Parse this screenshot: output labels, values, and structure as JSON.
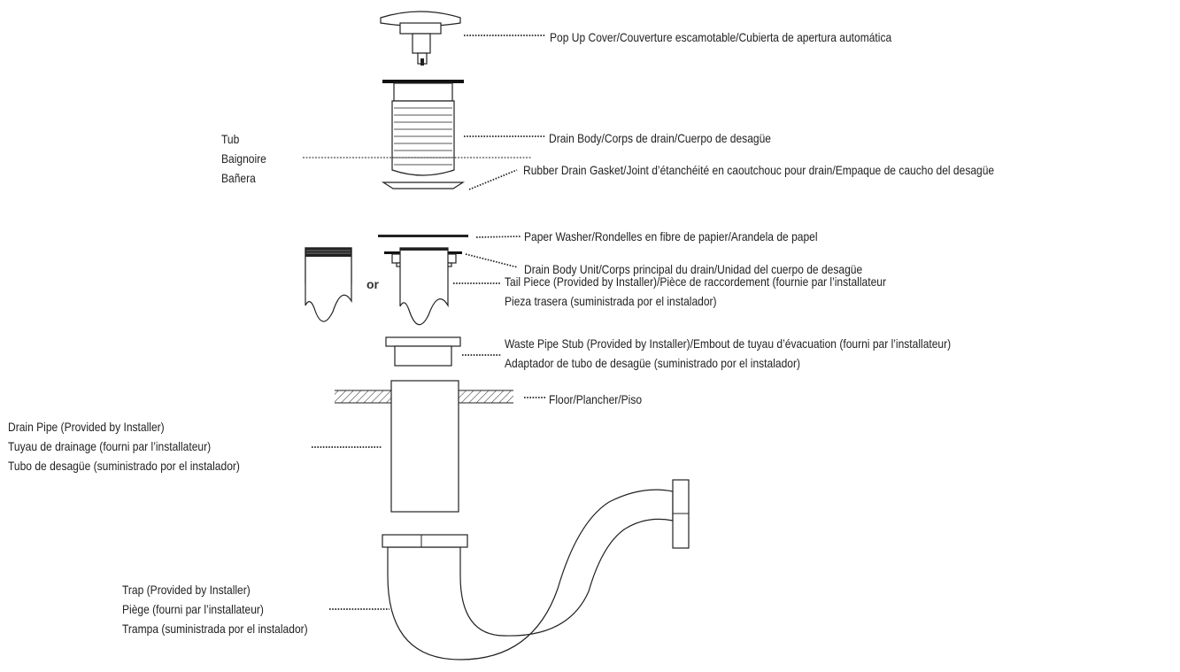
{
  "labels": {
    "pop_up_cover": "Pop Up Cover/Couverture escamotable/Cubierta de apertura automática",
    "drain_body": "Drain Body/Corps de drain/Cuerpo de desagüe",
    "tub": [
      "Tub",
      "Baignoire",
      "Bañera"
    ],
    "rubber_gasket": "Rubber Drain Gasket/Joint d’étanchéité en caoutchouc pour drain/Empaque de caucho del desagüe",
    "paper_washer": "Paper Washer/Rondelles en fibre de papier/Arandela de papel",
    "drain_body_unit": "Drain Body Unit/Corps principal du drain/Unidad del cuerpo de desagüe",
    "tail_piece": [
      "Tail Piece (Provided by Installer)/Pièce de raccordement (fournie par l’installateur",
      "Pieza trasera (suministrada por el instalador)"
    ],
    "or": "or",
    "waste_pipe_stub": [
      "Waste Pipe Stub (Provided by Installer)/Embout de tuyau d’évacuation (fourni par l’installateur)",
      "Adaptador de tubo de desagüe (suministrado por el instalador)"
    ],
    "floor": "Floor/Plancher/Piso",
    "drain_pipe": [
      "Drain Pipe (Provided by Installer)",
      "Tuyau de drainage (fourni par l’installateur)",
      "Tubo de desagüe (suministrado por el instalador)"
    ],
    "trap": [
      "Trap (Provided by Installer)",
      "Piège (fourni par l’installateur)",
      "Trampa (suministrada por el instalador)"
    ]
  }
}
